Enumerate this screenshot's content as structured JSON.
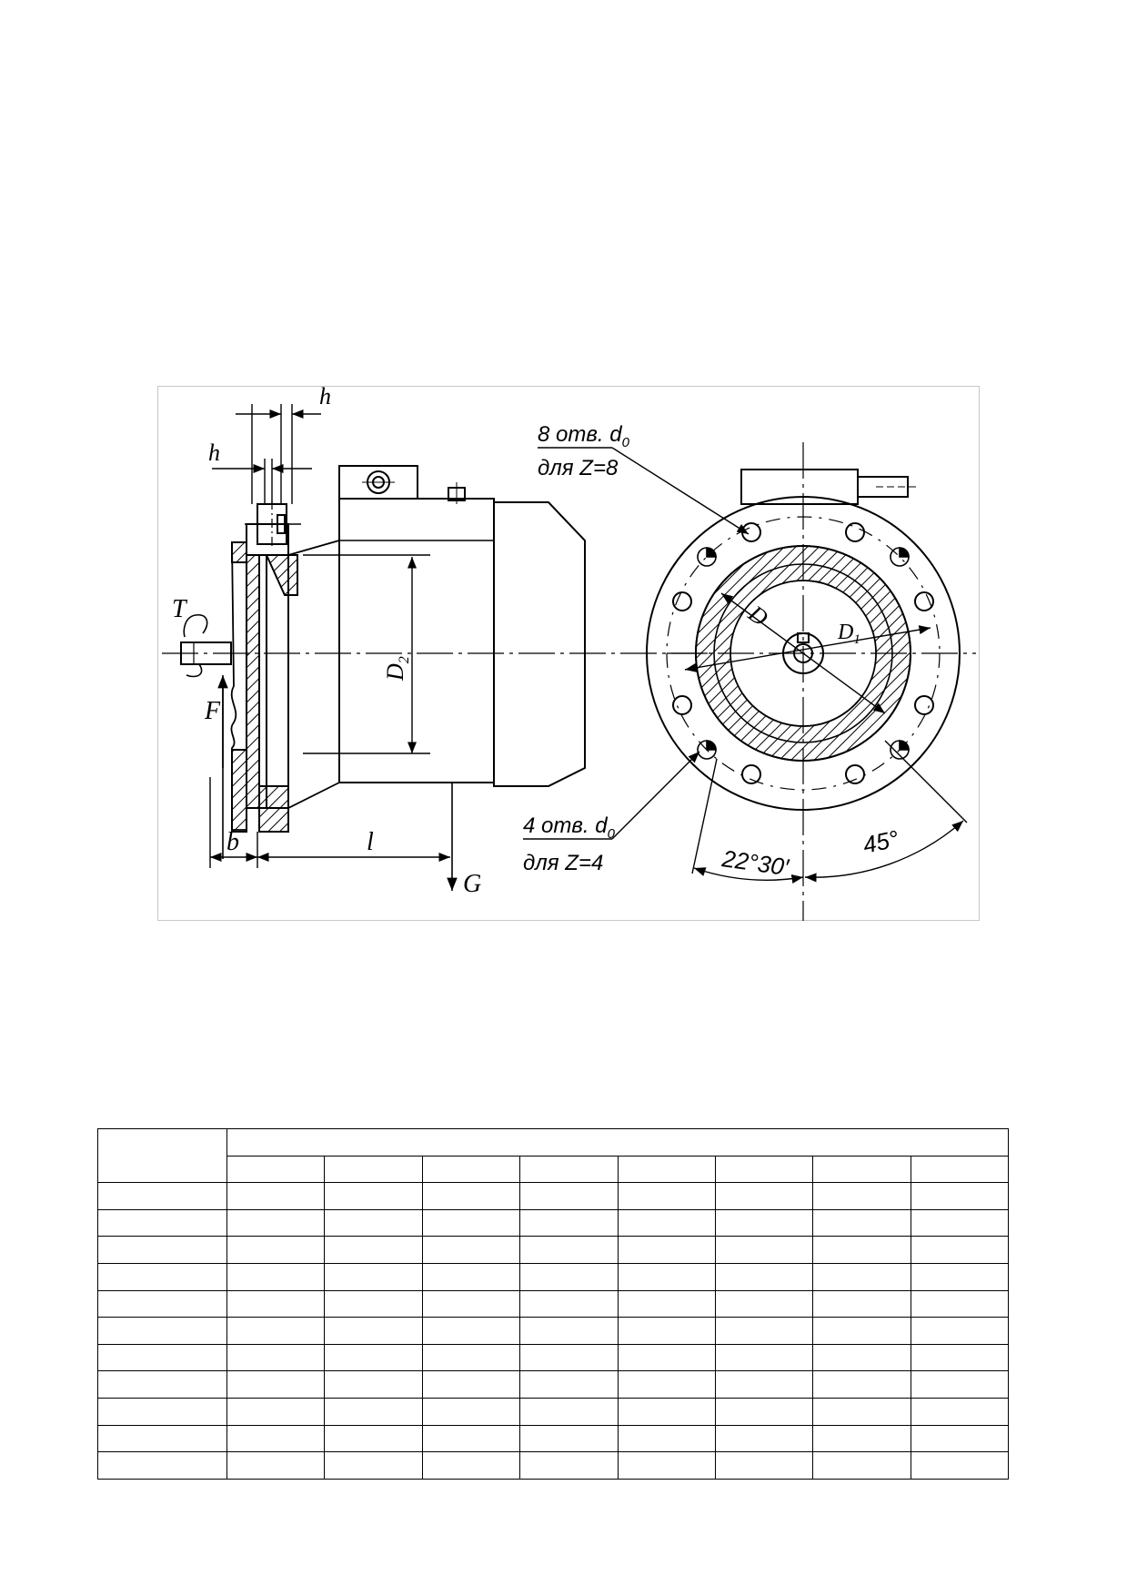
{
  "figure": {
    "dim_h_top": "h",
    "dim_h_left": "h",
    "label_T": "T",
    "label_F": "F",
    "label_G": "G",
    "dim_b": "b",
    "dim_l": "l",
    "dim_D2": "D",
    "dim_D2_sub": "2",
    "dim_D": "D",
    "dim_D1": "D",
    "dim_D1_sub": "1",
    "note_8_line1": "8 отв. d",
    "note_8_sub": "0",
    "note_8_line2": "для Z=8",
    "note_4_line1": "4 отв. d",
    "note_4_sub": "0",
    "note_4_line2": "для Z=4",
    "angle_small": "22°30′",
    "angle_large": "45°"
  },
  "table": {
    "columns": 9,
    "body_rows": 11
  }
}
